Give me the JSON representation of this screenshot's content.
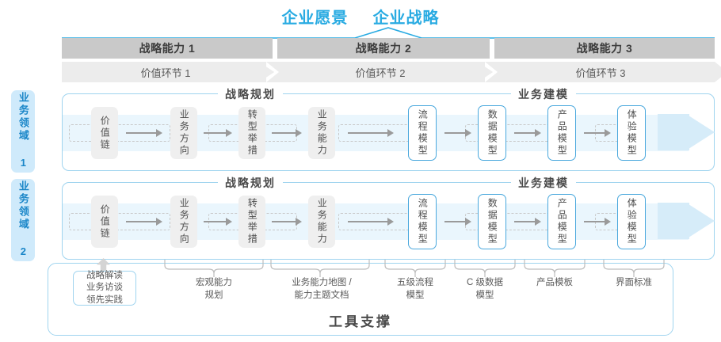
{
  "header": {
    "vision": "企业愿景",
    "strategy": "企业战略"
  },
  "capabilities": [
    {
      "label": "战略能力 1"
    },
    {
      "label": "战略能力 2"
    },
    {
      "label": "战略能力 3"
    }
  ],
  "value_segments": [
    {
      "label": "价值环节 1"
    },
    {
      "label": "价值环节 2"
    },
    {
      "label": "价值环节 3"
    }
  ],
  "domains": [
    {
      "tab": "业务领域 1"
    },
    {
      "tab": "业务领域 2"
    }
  ],
  "sections": {
    "planning": "战略规划",
    "modeling": "业务建模"
  },
  "nodes": {
    "planning": [
      {
        "label": "价值链"
      },
      {
        "label": "业务方向"
      },
      {
        "label": "转型举措"
      },
      {
        "label": "业务能力"
      }
    ],
    "modeling": [
      {
        "label": "流程模型"
      },
      {
        "label": "数据模型"
      },
      {
        "label": "产品模型"
      },
      {
        "label": "体验模型"
      }
    ]
  },
  "tools": {
    "footer": "工具支撑",
    "chip": [
      "战略解读",
      "业务访谈",
      "领先实践"
    ],
    "items": [
      {
        "line1": "宏观能力",
        "line2": "规划"
      },
      {
        "line1": "业务能力地图 /",
        "line2": "能力主题文档"
      },
      {
        "line1": "五级流程",
        "line2": "模型"
      },
      {
        "line1": "C 级数据",
        "line2": "模型"
      },
      {
        "line1": "产品模板",
        "line2": ""
      },
      {
        "line1": "界面标准",
        "line2": ""
      }
    ]
  },
  "colors": {
    "accent": "#29abe2",
    "accent_border": "#9fd4ef",
    "band": "#eaf6fd",
    "cap_bar": "#c9c9c9",
    "val_bar": "#ececec",
    "node_gray": "#efefef",
    "node_blue_border": "#4aa8dd",
    "tab_bg": "#cfeafb",
    "tab_text": "#1a86c8",
    "arrow": "#9a9a9a",
    "text_dark": "#4a4a4a"
  }
}
